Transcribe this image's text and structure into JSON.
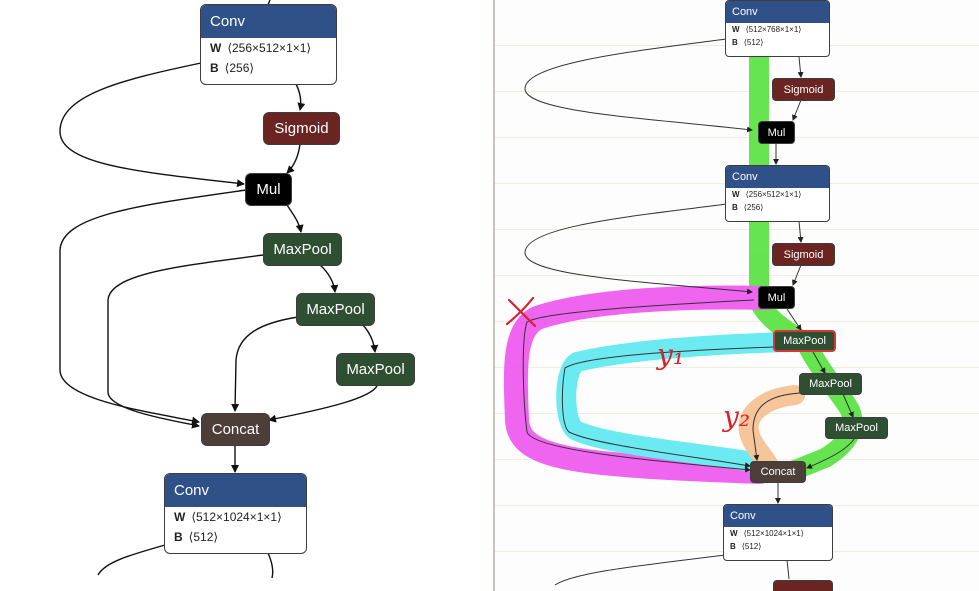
{
  "graph": {
    "conv_label": "Conv",
    "w_label": "W",
    "b_label": "B",
    "sigmoid_label": "Sigmoid",
    "mul_label": "Mul",
    "maxpool_label": "MaxPool",
    "concat_label": "Concat",
    "conv_a": {
      "w_shape": "⟨256×512×1×1⟩",
      "b_shape": "⟨256⟩"
    },
    "conv_b": {
      "w_shape": "⟨512×1024×1×1⟩",
      "b_shape": "⟨512⟩"
    },
    "conv_top_right": {
      "w_shape": "⟨512×768×1×1⟩",
      "b_shape": "⟨512⟩"
    }
  },
  "annotations": {
    "x": "X",
    "y1": "y₁",
    "y2": "y₂"
  },
  "colors": {
    "conv_header": "#2f5188",
    "sigmoid": "#6a2522",
    "mul": "#000000",
    "maxpool": "#2e4f32",
    "concat": "#4d3e3a",
    "highlight_green": "#55e23d",
    "highlight_magenta": "#ee55ee",
    "highlight_cyan": "#5de8f0",
    "highlight_orange": "#f6c08f",
    "annotation_red": "#d9212a"
  }
}
